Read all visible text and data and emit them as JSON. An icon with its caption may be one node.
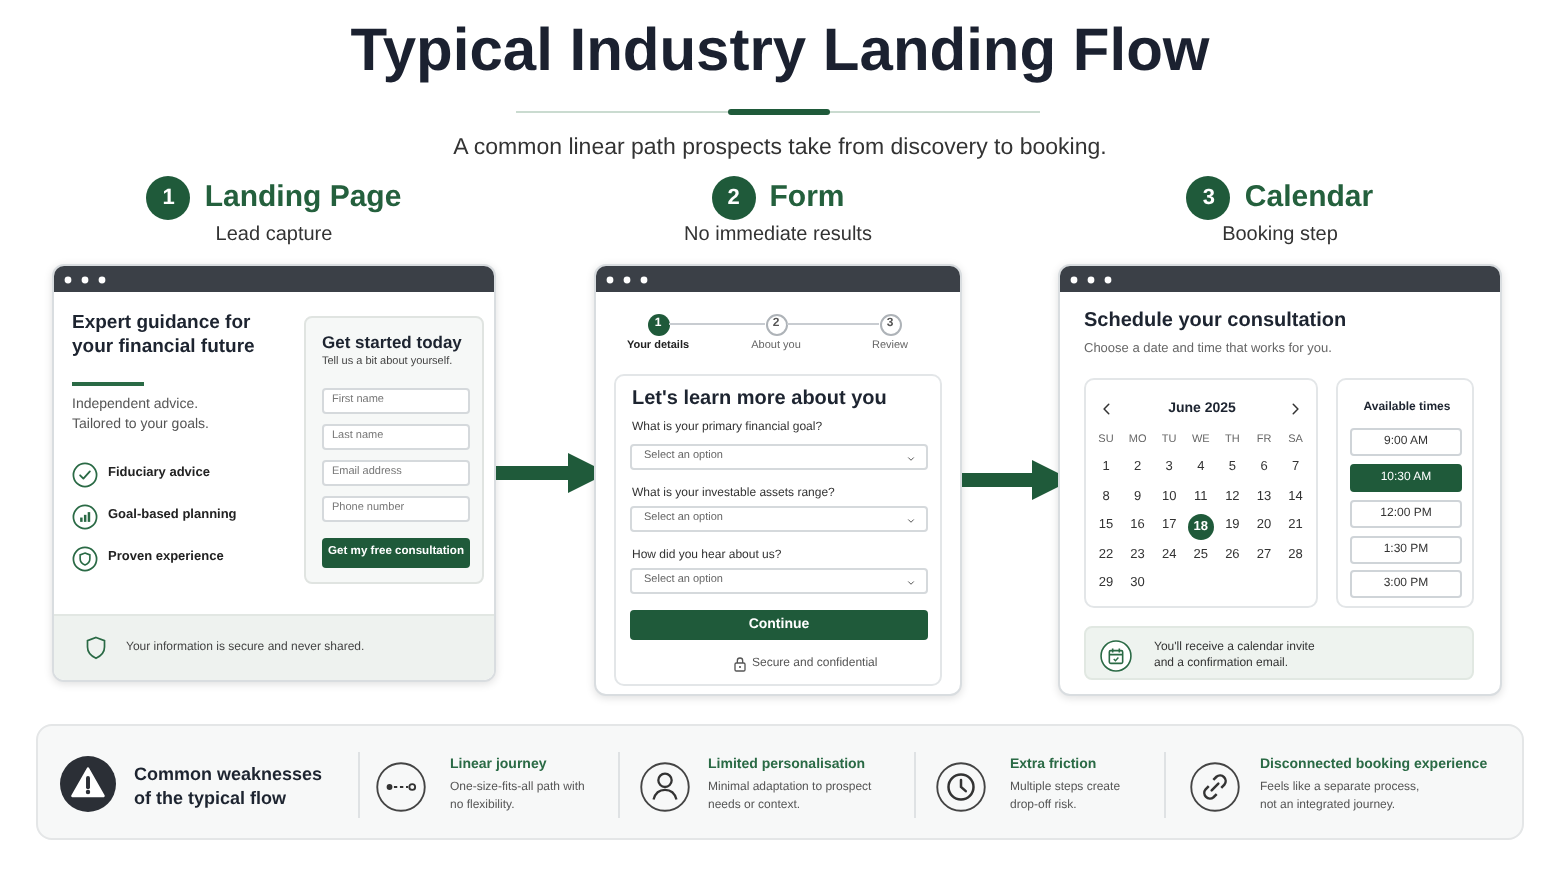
{
  "diagram": {
    "title": "Typical Industry Landing Flow",
    "nodes": [
      {
        "text": [
          "1",
          "Landing Page",
          "Lead capture",
          "Expert guidance for your financial future",
          "Independent advice. Tailored to your goals.",
          "Fiduciary advice",
          "Goal-based planning",
          "Proven experience"
        ]
      },
      {
        "text": [
          "Get started today",
          "Tell us a bit about yourself."
        ],
        "in": 0
      },
      {
        "text": [
          "First name"
        ],
        "in": 1
      },
      {
        "text": [
          "Last name"
        ],
        "in": 1
      },
      {
        "text": [
          "Email address"
        ],
        "in": 1
      },
      {
        "text": [
          "Phone number"
        ],
        "in": 1
      },
      {
        "text": [
          "Get my free consultation"
        ],
        "in": 1
      },
      {
        "text": [
          "Your information is secure and never shared."
        ],
        "in": 0
      },
      {
        "text": [
          "2",
          "Form",
          "No immediate results"
        ]
      },
      {
        "text": [
          "1"
        ],
        "beside": [
          "Your details"
        ],
        "in": 8
      },
      {
        "text": [
          "2"
        ],
        "beside": [
          "About you"
        ],
        "in": 8
      },
      {
        "text": [
          "3"
        ],
        "beside": [
          "Review"
        ],
        "in": 8
      },
      {
        "text": [
          "Let's learn more about you",
          "What is your primary financial goal?",
          "What is your investable assets range?",
          "How did you hear about us?",
          "Secure and confidential"
        ],
        "in": 8
      },
      {
        "text": [
          "Select an option"
        ],
        "in": 12
      },
      {
        "text": [
          "Select an option"
        ],
        "in": 12
      },
      {
        "text": [
          "Select an option"
        ],
        "in": 12
      },
      {
        "text": [
          "Continue"
        ],
        "in": 12
      },
      {
        "text": [
          "3",
          "Calendar",
          "Booking step",
          "Schedule your consultation",
          "Choose a date and time that works for you."
        ]
      },
      {
        "text": [
          "June 2025",
          "SU",
          "MO",
          "TU",
          "WE",
          "TH",
          "FR",
          "SA",
          "1",
          "2",
          "3",
          "4",
          "5",
          "6",
          "7",
          "8",
          "9",
          "10",
          "11",
          "12",
          "13",
          "14",
          "15",
          "16",
          "17",
          "19",
          "20",
          "21",
          "22",
          "23",
          "24",
          "25",
          "26",
          "27",
          "28",
          "29",
          "30"
        ],
        "in": 17
      },
      {
        "text": [
          "18"
        ],
        "in": 18
      },
      {
        "text": [
          "Available times"
        ],
        "in": 17
      },
      {
        "text": [
          "9:00 AM"
        ],
        "in": 20
      },
      {
        "text": [
          "10:30 AM"
        ],
        "in": 20
      },
      {
        "text": [
          "12:00 PM"
        ],
        "in": 20
      },
      {
        "text": [
          "1:30 PM"
        ],
        "in": 20
      },
      {
        "text": [
          "3:00 PM"
        ],
        "in": 20
      },
      {
        "text": [
          "You'll receive a calendar invite and a confirmation email."
        ],
        "in": 17
      },
      {
        "text": [
          "Common weaknesses of the typical flow",
          "Linear journey",
          "One-size-fits-all path with no flexibility.",
          "Limited personalisation",
          "Minimal adaptation to prospect needs or context.",
          "Extra friction",
          "Multiple steps create drop-off risk.",
          "Disconnected booking experience",
          "Feels like a separate process, not an integrated journey."
        ]
      }
    ],
    "edges": [
      {
        "from": 0,
        "to": 8,
        "arrow": "to",
        "style": "thick"
      },
      {
        "from": 8,
        "to": 17,
        "arrow": "to",
        "style": "thick"
      },
      {
        "from": 9,
        "to": 10,
        "arrow": "none",
        "color": "#c8ccd1"
      },
      {
        "from": 10,
        "to": 11,
        "arrow": "none",
        "color": "#c8ccd1"
      }
    ],
    "labels": [
      "A common linear path prospects take from discovery to booking."
    ]
  }
}
